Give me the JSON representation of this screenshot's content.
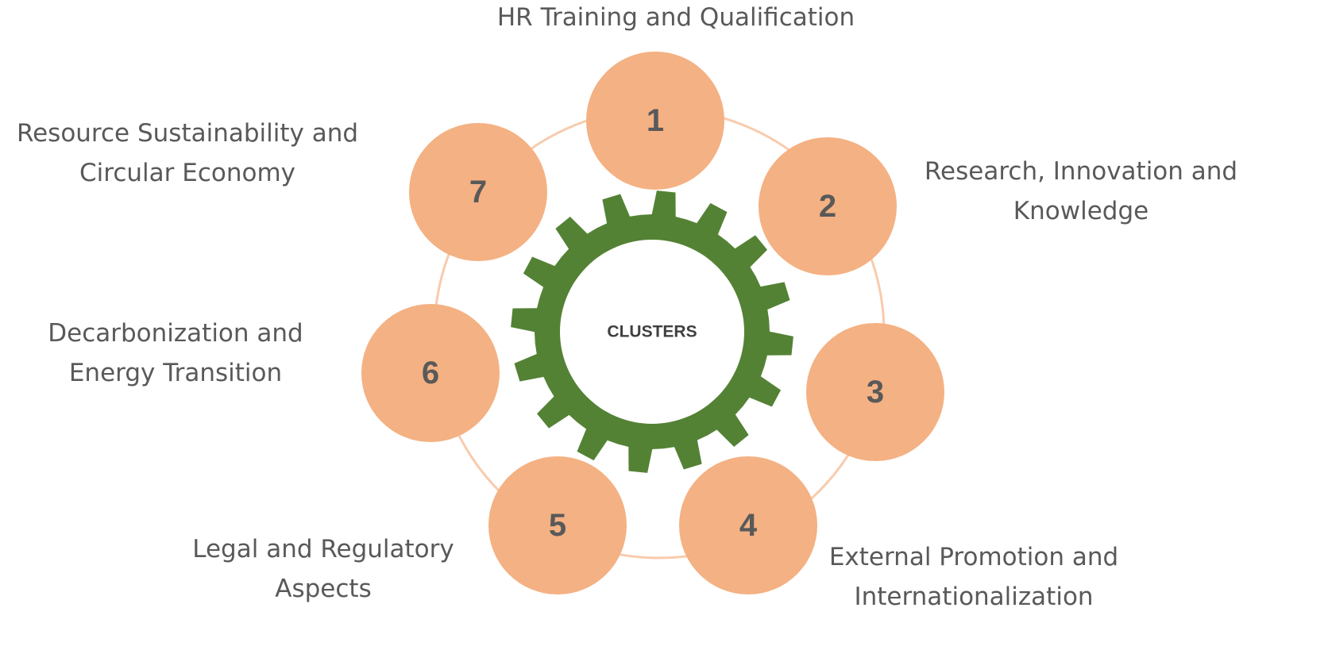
{
  "center": {
    "label": "CLUSTERS"
  },
  "colors": {
    "gear": "#548235",
    "node_fill": "#f4b183",
    "ring": "#f8cbad",
    "number_text": "#595959",
    "label_text": "#595959"
  },
  "clusters": [
    {
      "number": "1",
      "label_lines": [
        "HR Training and Qualification"
      ]
    },
    {
      "number": "2",
      "label_lines": [
        "Research, Innovation and",
        "Knowledge"
      ]
    },
    {
      "number": "3",
      "label_lines": [
        "External Promotion and",
        "Internationalization"
      ]
    },
    {
      "number": "4",
      "label_lines": []
    },
    {
      "number": "5",
      "label_lines": [
        "Legal and Regulatory",
        "Aspects"
      ]
    },
    {
      "number": "6",
      "label_lines": [
        "Decarbonization and",
        "Energy Transition"
      ]
    },
    {
      "number": "7",
      "label_lines": [
        "Resource Sustainability and",
        "Circular Economy"
      ]
    }
  ],
  "gear": {
    "teeth": 16,
    "icon": "gear-icon"
  }
}
